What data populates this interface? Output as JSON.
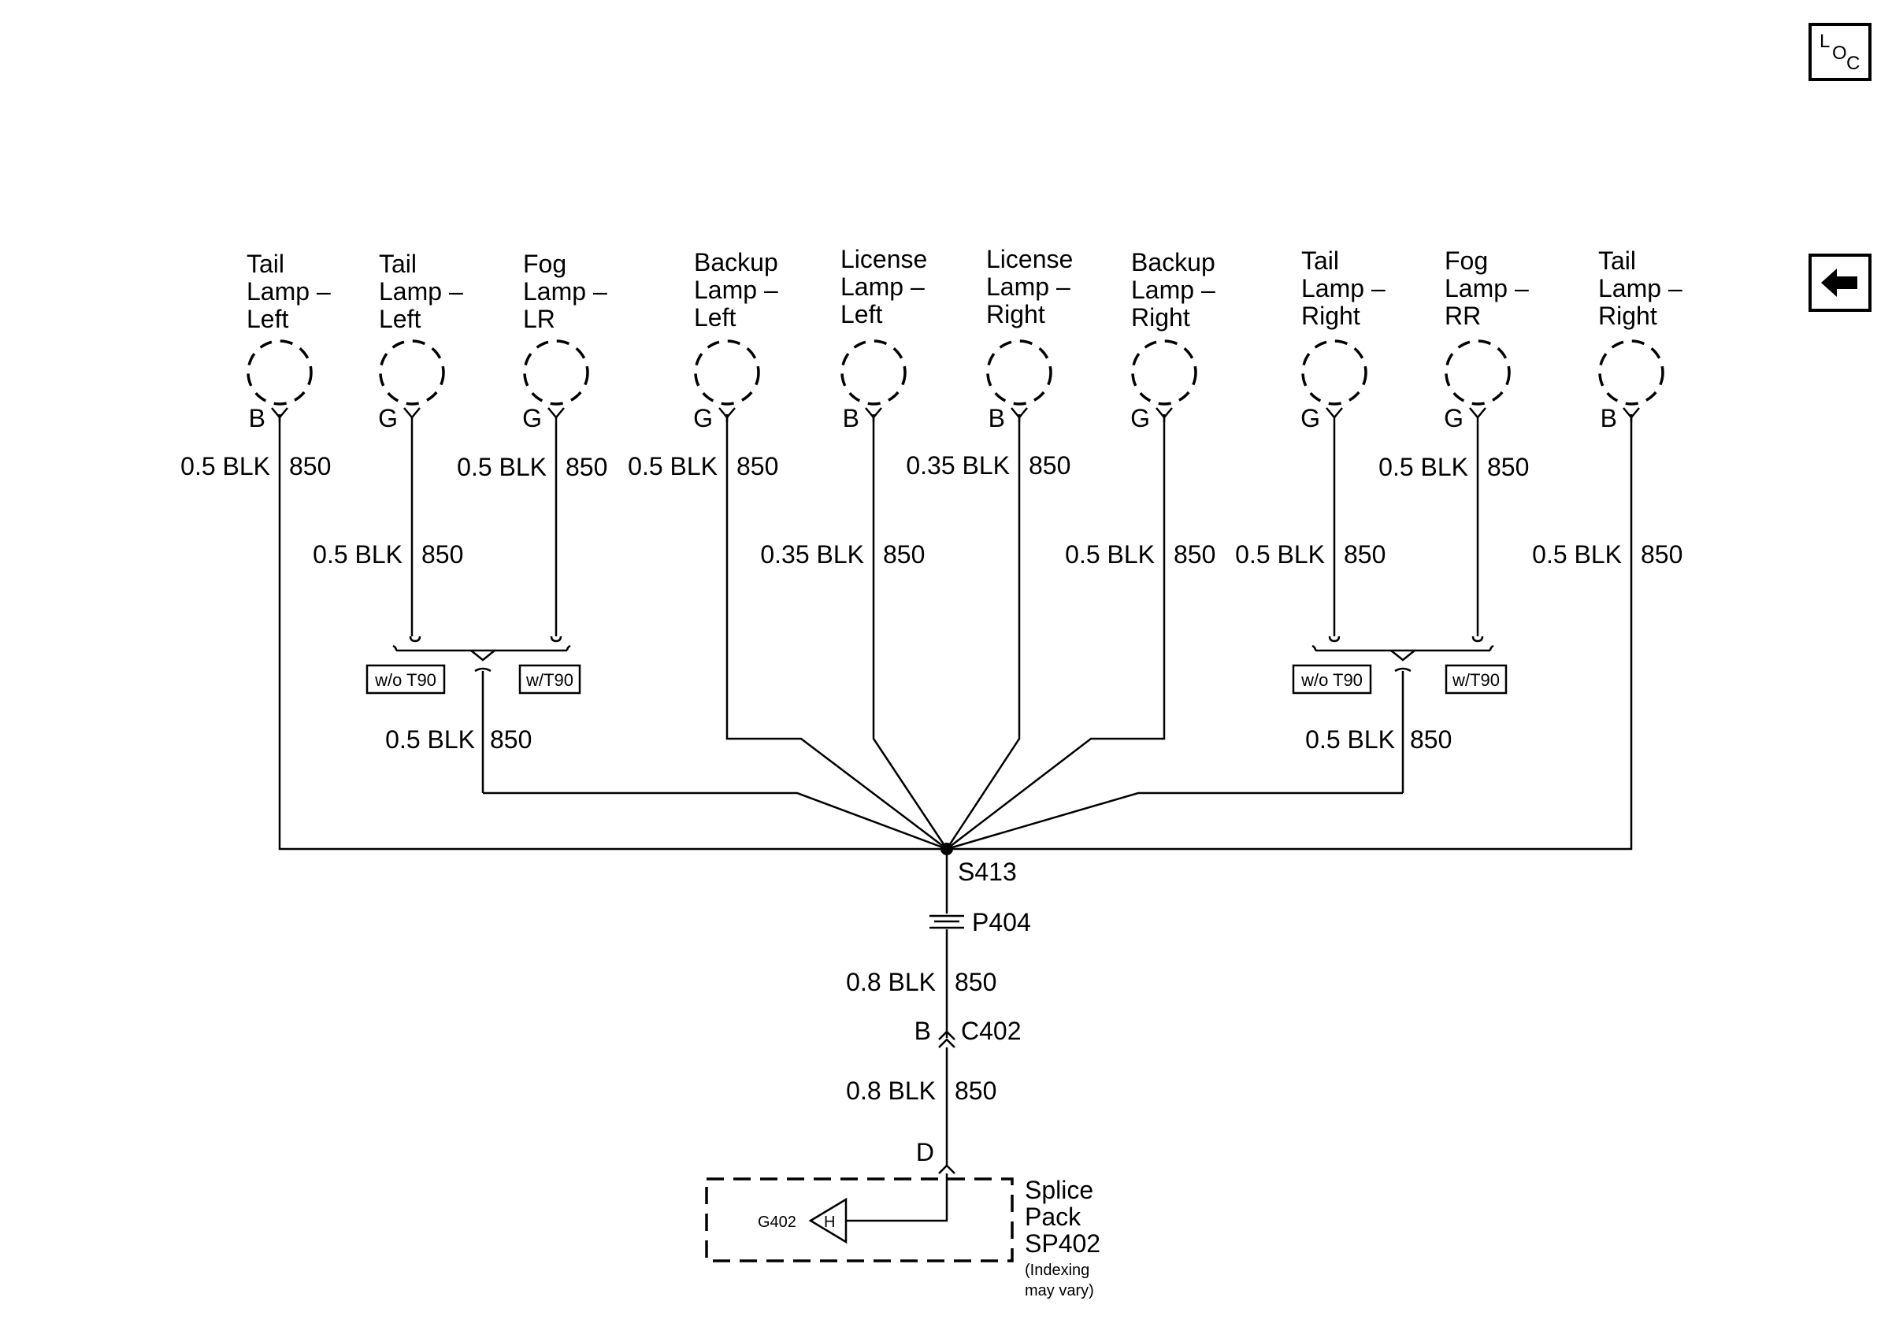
{
  "nav": {
    "loc_icon": "loc-icon",
    "back_icon": "arrow-left-icon"
  },
  "lamps": [
    {
      "l1": "Tail",
      "l2": "Lamp –",
      "l3": "Left",
      "pin": "B"
    },
    {
      "l1": "Tail",
      "l2": "Lamp –",
      "l3": "Left",
      "pin": "G"
    },
    {
      "l1": "Fog",
      "l2": "Lamp –",
      "l3": "LR",
      "pin": "G"
    },
    {
      "l1": "Backup",
      "l2": "Lamp –",
      "l3": "Left",
      "pin": "G"
    },
    {
      "l1": "License",
      "l2": "Lamp –",
      "l3": "Left",
      "pin": "B"
    },
    {
      "l1": "License",
      "l2": "Lamp –",
      "l3": "Right",
      "pin": "B"
    },
    {
      "l1": "Backup",
      "l2": "Lamp –",
      "l3": "Right",
      "pin": "G"
    },
    {
      "l1": "Tail",
      "l2": "Lamp –",
      "l3": "Right",
      "pin": "G"
    },
    {
      "l1": "Fog",
      "l2": "Lamp –",
      "l3": "RR",
      "pin": "G"
    },
    {
      "l1": "Tail",
      "l2": "Lamp –",
      "l3": "Right",
      "pin": "B"
    }
  ],
  "wires": [
    {
      "size": "0.5 BLK",
      "circuit": "850"
    },
    {
      "size": "0.5 BLK",
      "circuit": "850"
    },
    {
      "size": "0.5 BLK",
      "circuit": "850"
    },
    {
      "size": "0.5 BLK",
      "circuit": "850"
    },
    {
      "size": "0.35 BLK",
      "circuit": "850"
    },
    {
      "size": "0.35 BLK",
      "circuit": "850"
    },
    {
      "size": "0.5 BLK",
      "circuit": "850"
    },
    {
      "size": "0.5 BLK",
      "circuit": "850"
    },
    {
      "size": "0.5 BLK",
      "circuit": "850"
    },
    {
      "size": "0.5 BLK",
      "circuit": "850"
    }
  ],
  "merge_left": {
    "size": "0.5 BLK",
    "circuit": "850",
    "opt_a": "w/o T90",
    "opt_b": "w/T90"
  },
  "merge_right": {
    "size": "0.5 BLK",
    "circuit": "850",
    "opt_a": "w/o T90",
    "opt_b": "w/T90"
  },
  "splice": {
    "id": "S413"
  },
  "p404": {
    "id": "P404"
  },
  "wire_p404_c402": {
    "size": "0.8 BLK",
    "circuit": "850"
  },
  "c402": {
    "pin": "B",
    "id": "C402"
  },
  "wire_c402_sp402": {
    "size": "0.8 BLK",
    "circuit": "850"
  },
  "sp402": {
    "pin": "D",
    "l1": "Splice",
    "l2": "Pack",
    "l3": "SP402",
    "note1": "(Indexing",
    "note2": "may vary)",
    "inner_pin": "H",
    "ground": "G402"
  }
}
